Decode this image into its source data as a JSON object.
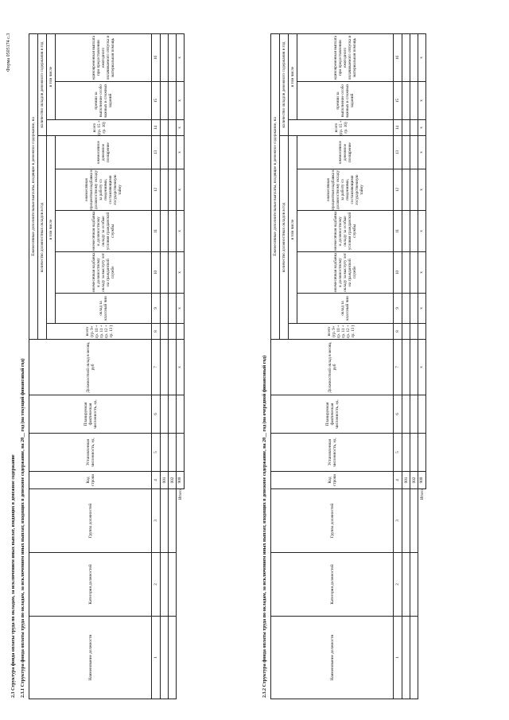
{
  "form_label": "Форма 0505174 с.3",
  "section_title": "2.3 Структура фонда оплаты труда по окладам, за исключением иных выплат, входящих в денежное содержание",
  "tables": [
    {
      "title": "2.3.1 Структура фонда оплаты труда по окладам, за исключением иных выплат, входящих в денежное содержание, на 20__ год (на текущий финансовый год)",
      "rows": [
        {
          "c1": "",
          "c2": "",
          "c3": "",
          "c4": "001",
          "c5": "",
          "c6": "",
          "c7": "",
          "c8": "",
          "c9": "",
          "c10": "",
          "c11": "",
          "c12": "",
          "c13": "",
          "c14": "",
          "c15": "",
          "c16": ""
        },
        {
          "c1": "",
          "c2": "",
          "c3": "",
          "c4": "002",
          "c5": "",
          "c6": "",
          "c7": "",
          "c8": "",
          "c9": "",
          "c10": "",
          "c11": "",
          "c12": "",
          "c13": "",
          "c14": "",
          "c15": "",
          "c16": ""
        }
      ],
      "total": {
        "label": "Итого",
        "code": "900",
        "c5": "",
        "c6": "",
        "c7": "х",
        "c8": "",
        "c9": "х",
        "c10": "х",
        "c11": "х",
        "c12": "х",
        "c13": "х",
        "c14": "х",
        "c15": "х",
        "c16": "х"
      }
    },
    {
      "title": "2.3.2 Структура фонда оплаты труда по окладам, за исключением иных выплат, входящих в денежное содержание, на 20__ год (на очередной финансовый год)",
      "rows": [
        {
          "c1": "",
          "c2": "",
          "c3": "",
          "c4": "001",
          "c5": "",
          "c6": "",
          "c7": "",
          "c8": "",
          "c9": "",
          "c10": "",
          "c11": "",
          "c12": "",
          "c13": "",
          "c14": "",
          "c15": "",
          "c16": ""
        },
        {
          "c1": "",
          "c2": "",
          "c3": "",
          "c4": "002",
          "c5": "",
          "c6": "",
          "c7": "",
          "c8": "",
          "c9": "",
          "c10": "",
          "c11": "",
          "c12": "",
          "c13": "",
          "c14": "",
          "c15": "",
          "c16": ""
        }
      ],
      "total": {
        "label": "Итого",
        "code": "900",
        "c5": "",
        "c6": "",
        "c7": "х",
        "c8": "",
        "c9": "х",
        "c10": "х",
        "c11": "х",
        "c12": "х",
        "c13": "х",
        "c14": "х",
        "c15": "х",
        "c16": "х"
      }
    }
  ],
  "headers": {
    "col1": "Наименование должности",
    "col2": "Категория должностей",
    "col3": "Группа должностей",
    "col4": "Код строки",
    "col5": "Установленная численность, ед.",
    "col6": "Планируемая фактическая численность, ед.",
    "col7": "Должностной оклад в месяц, руб",
    "group_main": "Ежемесячные дополнительные выплаты, входящие в денежное содержание, на",
    "group_a": "количество должностных окладов в год",
    "group_b": "количество окладов денежного содержания в год",
    "incl": "в том числе",
    "col8": "всего (гр. 9+ гр. 10 + гр. 11 + гр. 12 + гр. 13 )",
    "col9": "оклад за классный чин",
    "col10": "ежемесячная надбавка к должностному окладу за выслугу лет на гражданской службе",
    "col11": "ежемесячная надбавка к должностному окладу за особые условия гражданской службы",
    "col12": "ежемесячная процентная надбавка к должностному окладу за работу со сведениями, составляющими государственную тайну",
    "col13": "ежемесячное денежное поощрение",
    "col14": "всего (гр. 15 + гр. 16)",
    "col15": "премии за выполнение особо важных и сложных заданий",
    "col16": "единовременная выплата при предоставлении ежегодного оплачиваемого отпуска и материальная помощь",
    "nums": [
      "1",
      "2",
      "3",
      "4",
      "5",
      "6",
      "7",
      "8",
      "9",
      "10",
      "11",
      "12",
      "13",
      "14",
      "15",
      "16"
    ]
  }
}
